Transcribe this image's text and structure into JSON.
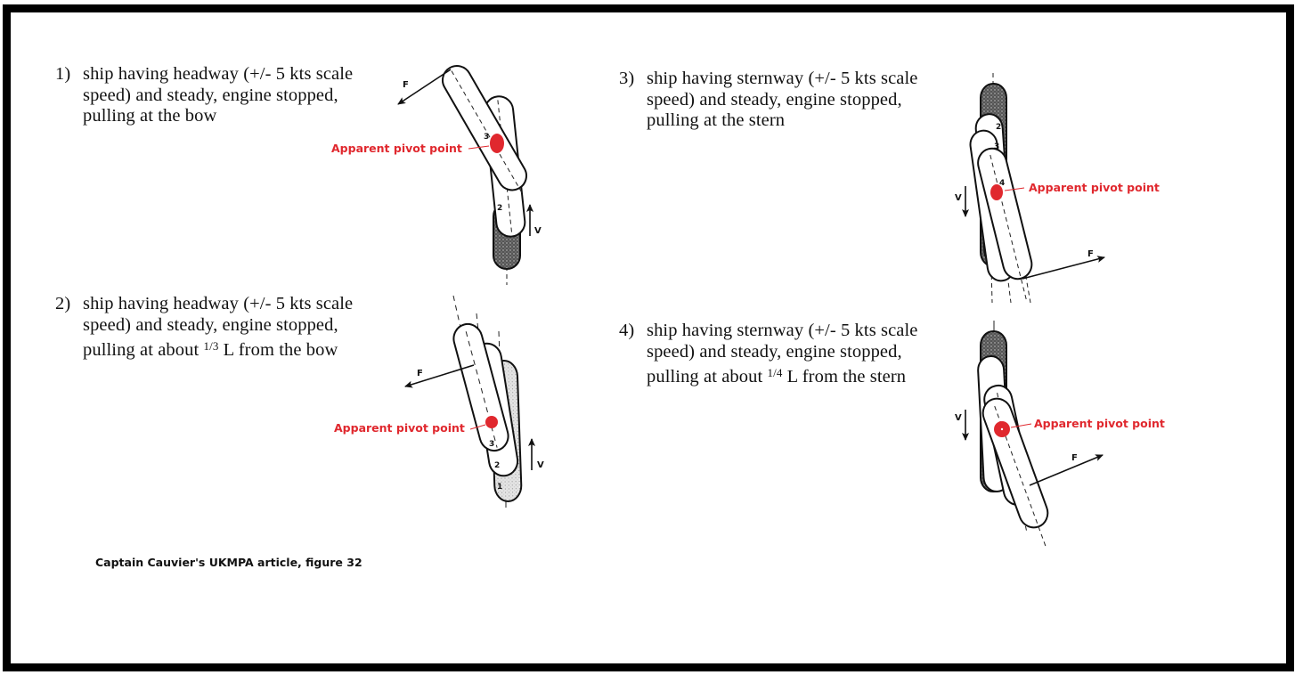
{
  "figure": {
    "source_caption": "Captain Cauvier's UKMPA article, figure 32",
    "pivot_label": "Apparent pivot point",
    "accent_color": "#e0282e",
    "force_label": "F",
    "velocity_label": "V"
  },
  "panels": [
    {
      "number": "1)",
      "lines": [
        "ship having headway (+/- 5 kts scale",
        "speed) and steady, engine stopped,",
        "pulling at the bow"
      ],
      "motion": "headway",
      "pull_location": "bow",
      "ship_positions": [
        "2",
        "3"
      ]
    },
    {
      "number": "2)",
      "lines": [
        "ship having headway (+/- 5 kts scale",
        "speed) and steady, engine stopped,"
      ],
      "line3_prefix": "pulling at about ",
      "line3_fraction": "1/3",
      "line3_suffix": " L from the bow",
      "motion": "headway",
      "pull_location": "about 1/3 L from the bow",
      "ship_positions": [
        "1",
        "2",
        "3"
      ]
    },
    {
      "number": "3)",
      "lines": [
        "ship having sternway (+/- 5 kts scale",
        "speed) and steady, engine stopped,",
        "pulling at the stern"
      ],
      "motion": "sternway",
      "pull_location": "stern",
      "ship_positions": [
        "2",
        "3",
        "4"
      ]
    },
    {
      "number": "4)",
      "lines": [
        "ship having sternway (+/- 5 kts scale",
        "speed) and steady, engine stopped,"
      ],
      "line3_prefix": "pulling at about ",
      "line3_fraction": "1/4",
      "line3_suffix": " L from the stern",
      "motion": "sternway",
      "pull_location": "about 1/4 L from the stern",
      "ship_positions": []
    }
  ]
}
